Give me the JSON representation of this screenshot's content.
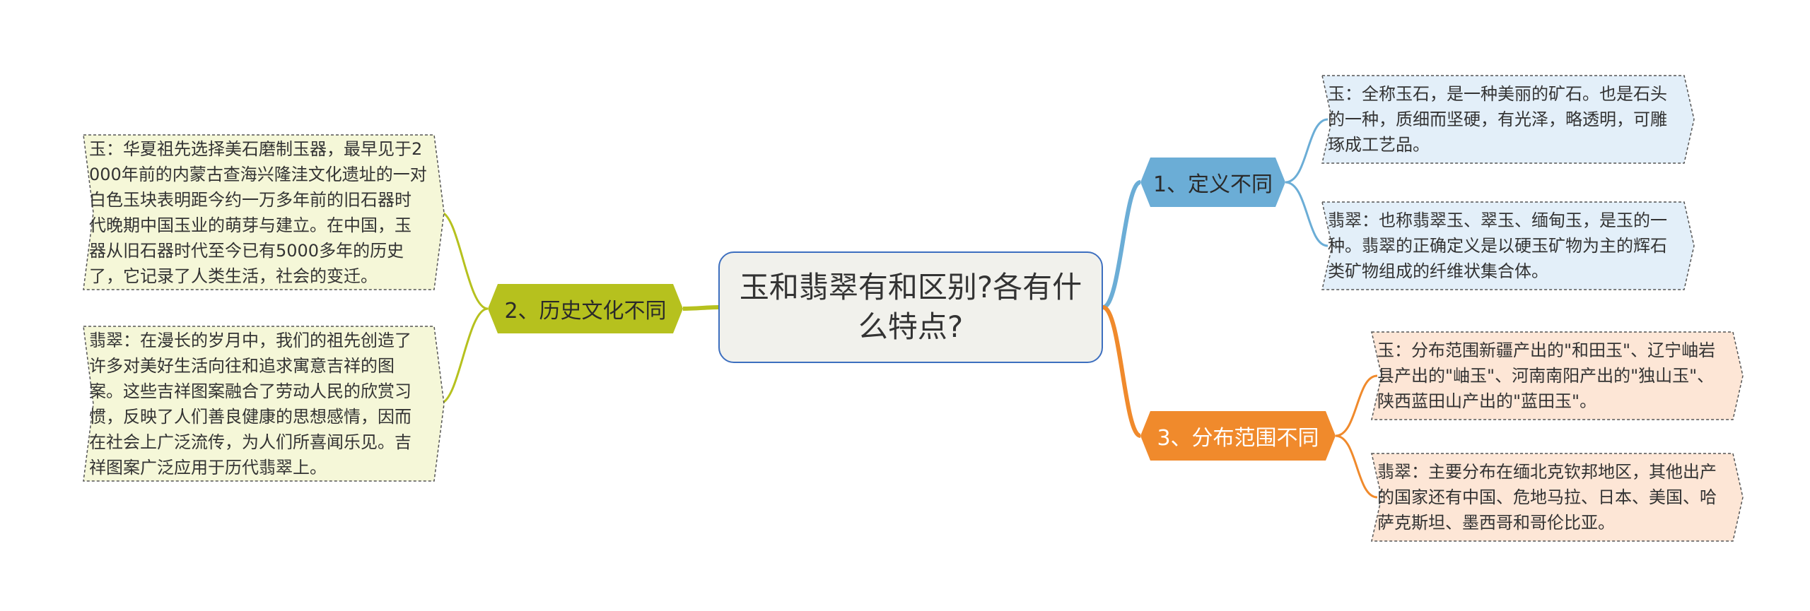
{
  "root": {
    "title": "玉和翡翠有和区别?各有什么特点?"
  },
  "branches": [
    {
      "label": "1、定义不同",
      "color": "#6badd6",
      "leaf_fill": "#e3eff9",
      "leaves": [
        "玉：全称玉石，是一种美丽的矿石。也是石头的一种，质细而坚硬，有光泽，略透明，可雕琢成工艺品。",
        "翡翠：也称翡翠玉、翠玉、缅甸玉，是玉的一种。翡翠的正确定义是以硬玉矿物为主的辉石类矿物组成的纤维状集合体。"
      ]
    },
    {
      "label": "2、历史文化不同",
      "color": "#b6c11e",
      "leaf_fill": "#f5f7d8",
      "leaves": [
        "玉：华夏祖先选择美石磨制玉器，最早见于2000年前的内蒙古查海兴隆洼文化遗址的一对白色玉块表明距今约一万多年前的旧石器时代晚期中国玉业的萌芽与建立。在中国，玉器从旧石器时代至今已有5000多年的历史了，它记录了人类生活，社会的变迁。",
        "翡翠：在漫长的岁月中，我们的祖先创造了许多对美好生活向往和追求寓意吉祥的图案。这些吉祥图案融合了劳动人民的欣赏习惯，反映了人们善良健康的思想感情，因而在社会上广泛流传，为人们所喜闻乐见。吉祥图案广泛应用于历代翡翠上。"
      ]
    },
    {
      "label": "3、分布范围不同",
      "color": "#f08a2c",
      "leaf_fill": "#fde6d6",
      "leaves": [
        "玉：分布范围新疆产出的\"和田玉\"、辽宁岫岩县产出的\"岫玉\"、河南南阳产出的\"独山玉\"、陕西蓝田山产出的\"蓝田玉\"。",
        "翡翠：主要分布在缅北克钦邦地区，其他出产的国家还有中国、危地马拉、日本、美国、哈萨克斯坦、墨西哥和哥伦比亚。"
      ]
    }
  ]
}
